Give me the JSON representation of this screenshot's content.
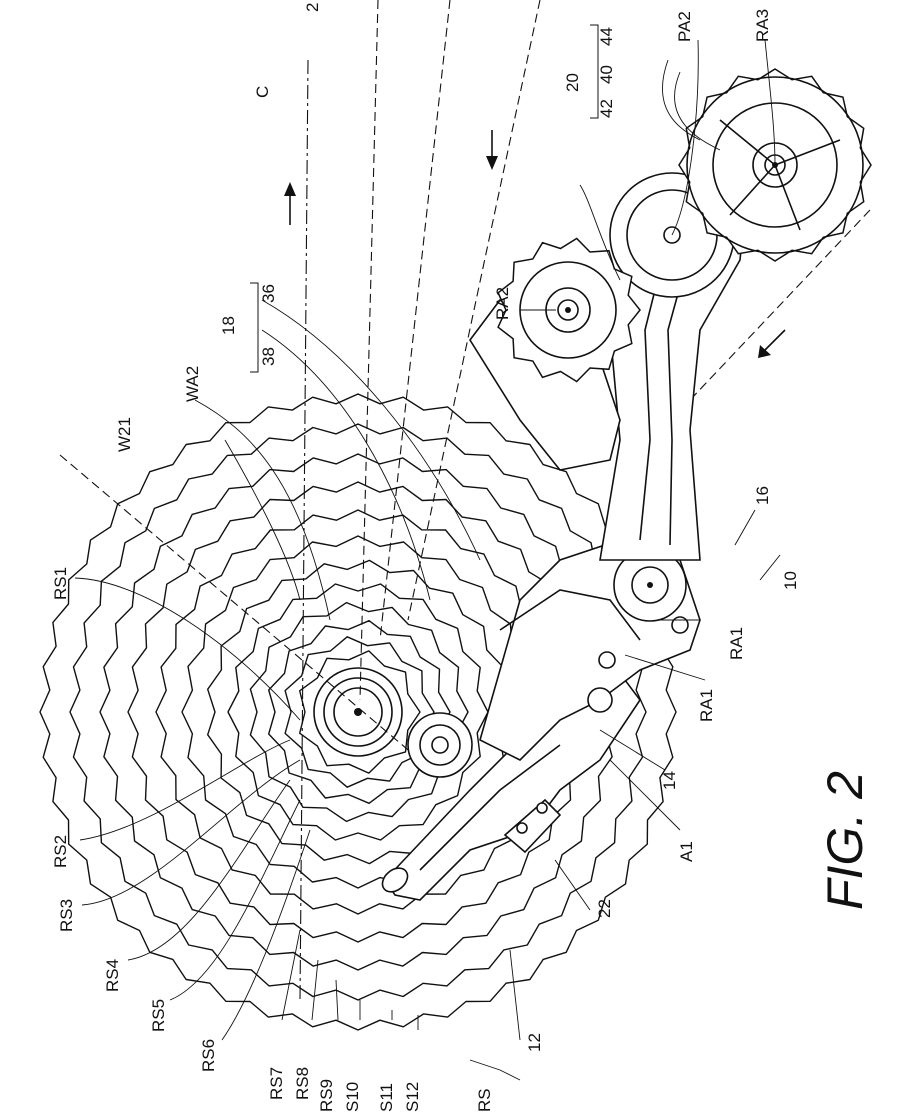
{
  "figure_title": "FIG. 2",
  "labels": {
    "RS": "RS",
    "RS1": "RS1",
    "RS2": "RS2",
    "RS3": "RS3",
    "RS4": "RS4",
    "RS5": "RS5",
    "RS6": "RS6",
    "RS7": "RS7",
    "RS8": "RS8",
    "RS9": "RS9",
    "S10": "S10",
    "S11": "S11",
    "S12": "S12",
    "n10": "10",
    "n12": "12",
    "n14": "14",
    "n16": "16",
    "n18": "18",
    "n20": "20",
    "n22": "22",
    "n36": "36",
    "n38": "38",
    "n40": "40",
    "n42": "42",
    "n44": "44",
    "A1": "A1",
    "RA1a": "RA1",
    "RA1b": "RA1",
    "RA2": "RA2",
    "RA3": "RA3",
    "PA2": "PA2",
    "W21": "W21",
    "WA2": "WA2",
    "C": "C",
    "n2top": "2"
  }
}
